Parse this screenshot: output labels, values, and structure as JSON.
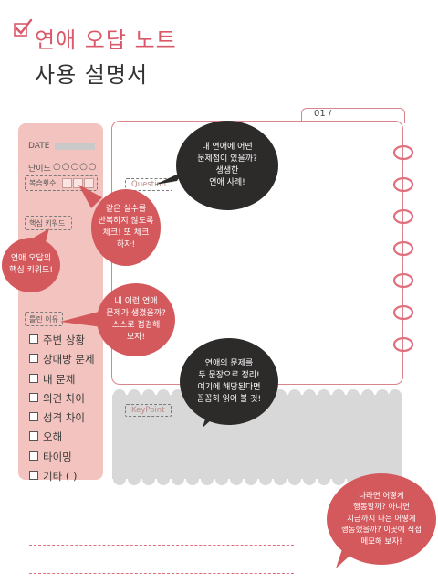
{
  "header": {
    "title_line1": "연애 오답 노트",
    "title_line2": "사용 설명서"
  },
  "sidebar": {
    "date_label": "DATE",
    "difficulty_label": "난이도",
    "difficulty_circles": "○○○○○",
    "review_label": "복습횟수",
    "keyword_label": "핵심 키워드",
    "reason_label": "틀린 이유",
    "reasons": [
      "주변 상황",
      "상대방 문제",
      "내 문제",
      "의견 차이",
      "성격 차이",
      "오해",
      "타이밍",
      "기타 (      )"
    ]
  },
  "notebook": {
    "page_number": "01 /",
    "question_label": "Question",
    "keypoint_label": "KeyPoint"
  },
  "bubbles": {
    "question": "내 연애에 어떤\n문제점이 있을까?\n생생한\n연애 사례!",
    "review": "같은 실수를\n반복하지 않도록\n체크! 또 체크\n하자!",
    "keyword": "연애 오답의\n핵심 키워드!",
    "reason": "내 이런 연애\n문제가 생겼을까?\n스스로 점검해\n보자!",
    "keypoint": "연애의 문제를\n두 문장으로 정리!\n여기에 해당된다면\n꼼꼼히 읽어 볼 것!",
    "bottom": "나라면 어떻게\n행동할까? 아니면\n지금까지 나는 어떻게\n행동했을까? 이곳에 직접\n메모해 보자!"
  },
  "colors": {
    "accent": "#d9596a",
    "sidebar_bg": "#f3c4bf",
    "bubble_dark": "#2d2a2a",
    "bubble_pink": "#d4595c",
    "keypoint_bg": "#d8d8d8"
  },
  "icons": {
    "title_check": "checkbox-check-icon",
    "binding": "spiral-ring-icon"
  }
}
